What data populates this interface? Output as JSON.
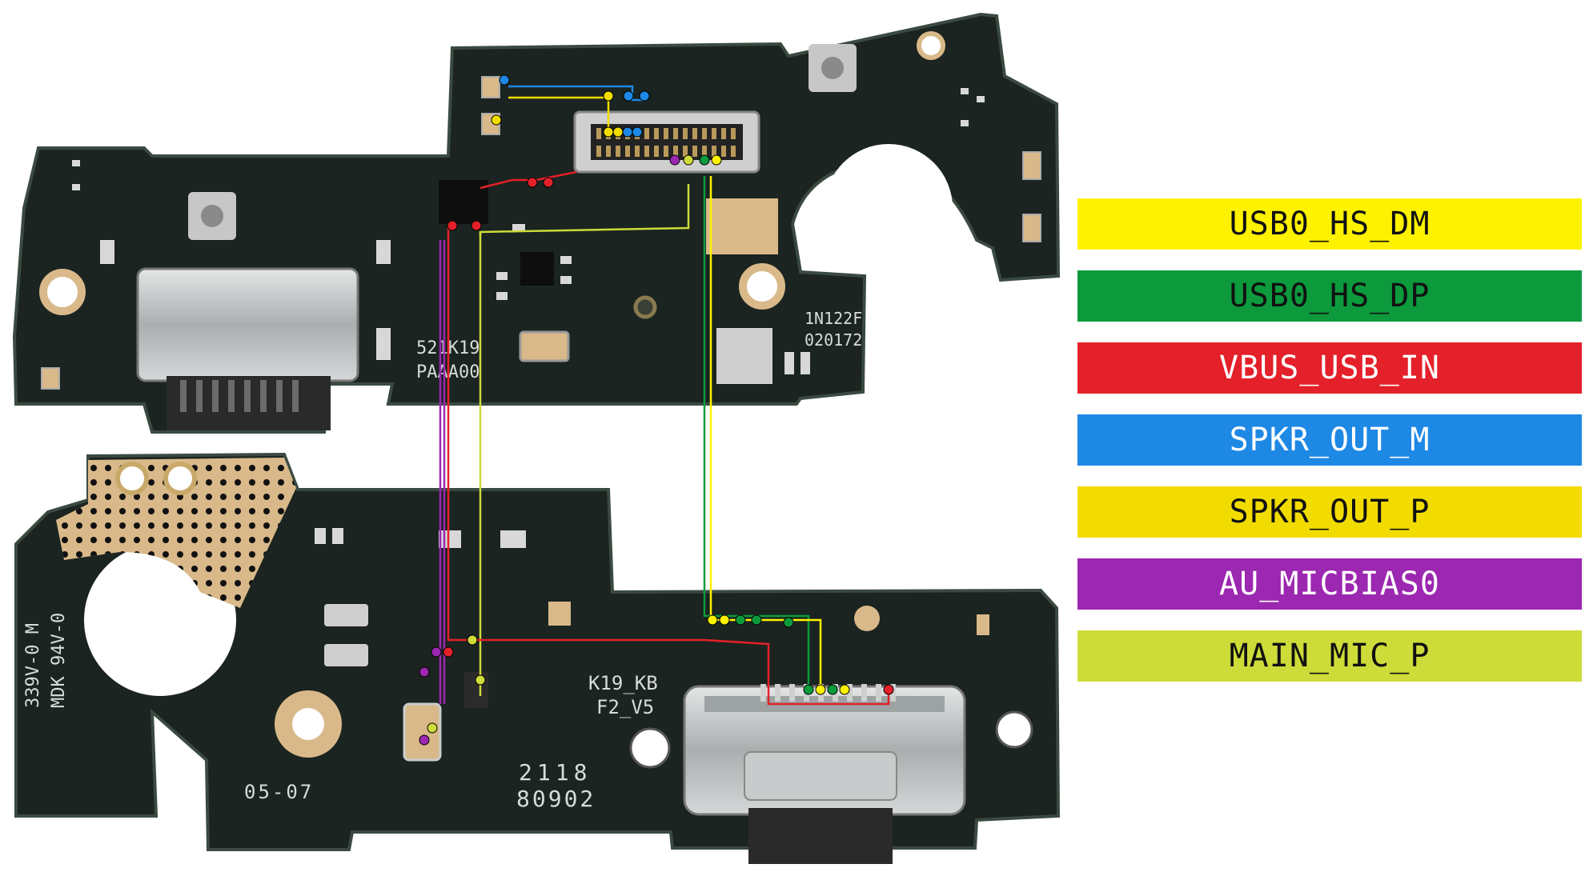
{
  "legend": {
    "items": [
      {
        "label": "USB0_HS_DM",
        "color": "#fff200",
        "text_color": "#111111"
      },
      {
        "label": "USB0_HS_DP",
        "color": "#0c9a3c",
        "text_color": "#111111"
      },
      {
        "label": "VBUS_USB_IN",
        "color": "#e4202a",
        "text_color": "#ffffff"
      },
      {
        "label": "SPKR_OUT_M",
        "color": "#1e88e5",
        "text_color": "#ffffff"
      },
      {
        "label": "SPKR_OUT_P",
        "color": "#f2dc00",
        "text_color": "#111111"
      },
      {
        "label": "AU_MICBIAS0",
        "color": "#9c27b0",
        "text_color": "#ffffff"
      },
      {
        "label": "MAIN_MIC_P",
        "color": "#cddc39",
        "text_color": "#111111"
      }
    ]
  },
  "top_board": {
    "marking_1": "521K19",
    "marking_2": "PAAA00",
    "marking_3": "1N122F",
    "marking_4": "020172"
  },
  "bottom_board": {
    "marking_1": "K19_KB",
    "marking_2": "F2_V5",
    "marking_3": "2118",
    "marking_4": "80902",
    "marking_5": "05-07",
    "side_marking_1": "339V-0 M",
    "side_marking_2": "MDK 94V-0"
  },
  "colors": {
    "pcb": "#1b2420",
    "pcb_edge": "#3a4a40",
    "gold": "#d9b98a",
    "metal": "#b8bcbc"
  }
}
